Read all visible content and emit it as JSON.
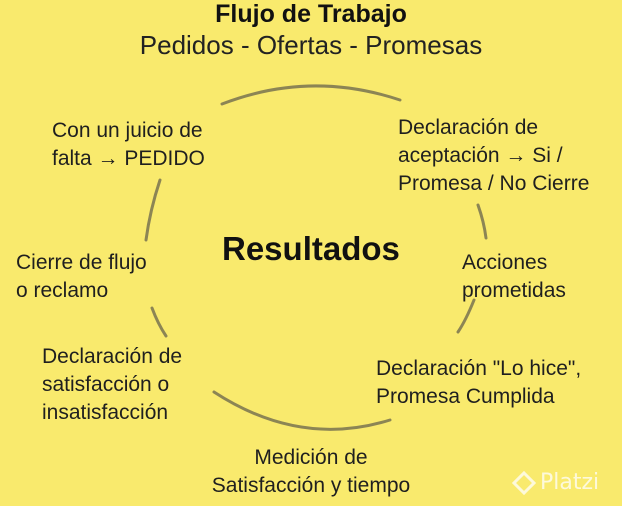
{
  "header": {
    "title": "Flujo de Trabajo",
    "subtitle": "Pedidos - Ofertas - Promesas"
  },
  "center_label": "Resultados",
  "nodes": [
    {
      "lines": [
        "Con un juicio de",
        "falta →  PEDIDO"
      ]
    },
    {
      "lines": [
        "Declaración de",
        "aceptación → Si /",
        "Promesa / No Cierre"
      ]
    },
    {
      "lines": [
        "Acciones",
        "prometidas"
      ]
    },
    {
      "lines": [
        "Declaración \"Lo hice\",",
        "Promesa Cumplida"
      ]
    },
    {
      "lines": [
        "Medición de",
        "Satisfacción y tiempo"
      ]
    },
    {
      "lines": [
        "Declaración de",
        "satisfacción o",
        "insatisfacción"
      ]
    },
    {
      "lines": [
        "Cierre de flujo",
        "o reclamo"
      ]
    }
  ],
  "colors": {
    "background": "#f9ea6d",
    "ring": "#8c8554",
    "text": "#1f1f1f"
  },
  "watermark": {
    "icon": "platzi-logo-icon",
    "text": "Platzi"
  }
}
